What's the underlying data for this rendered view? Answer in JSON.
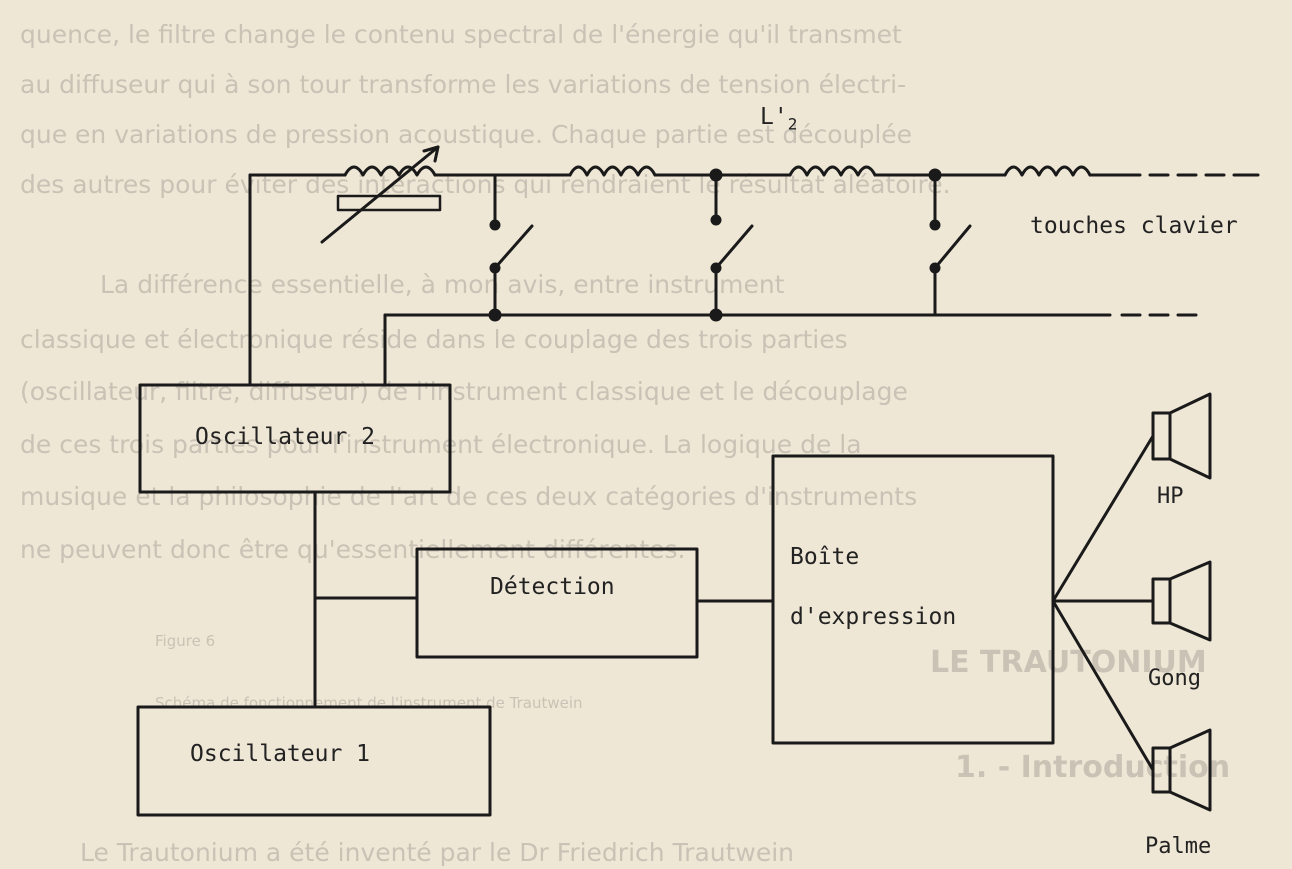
{
  "diagram": {
    "blocks": {
      "oscillator2": "Oscillateur 2",
      "oscillator1": "Oscillateur 1",
      "detection": "Détection",
      "expression_line1": "Boîte",
      "expression_line2": "d'expression"
    },
    "inductor_label": "L'",
    "inductor_subscript": "2",
    "keys_label": "touches clavier",
    "speakers": [
      "HP",
      "Gong",
      "Palme"
    ]
  },
  "background_text": {
    "lines": [
      "quence, le filtre change le contenu spectral de l'énergie qu'il transmet",
      "au diffuseur qui à son tour transforme les variations de tension électri-",
      "que en variations de pression acoustique. Chaque partie est découplée",
      "des autres pour éviter des interactions qui rendraient le résultat aléatoire.",
      "La différence essentielle, à mon avis, entre instrument",
      "classique et électronique réside dans le couplage des trois parties",
      "(oscillateur, filtre, diffuseur) de l'instrument classique et le découplage",
      "de ces trois parties pour l'instrument électronique. La logique de la",
      "musique et la philosophie de l'art de ces deux catégories d'instruments",
      "ne peuvent donc être qu'essentiellement différentes."
    ],
    "figure_label": "Figure 6",
    "figure_caption": "Schéma de fonctionnement de l'instrument de Trautwein",
    "heading": "LE TRAUTONIUM",
    "subheading": "1. - Introduction",
    "last_line": "Le Trautonium a été inventé par le Dr Friedrich Trautwein"
  }
}
